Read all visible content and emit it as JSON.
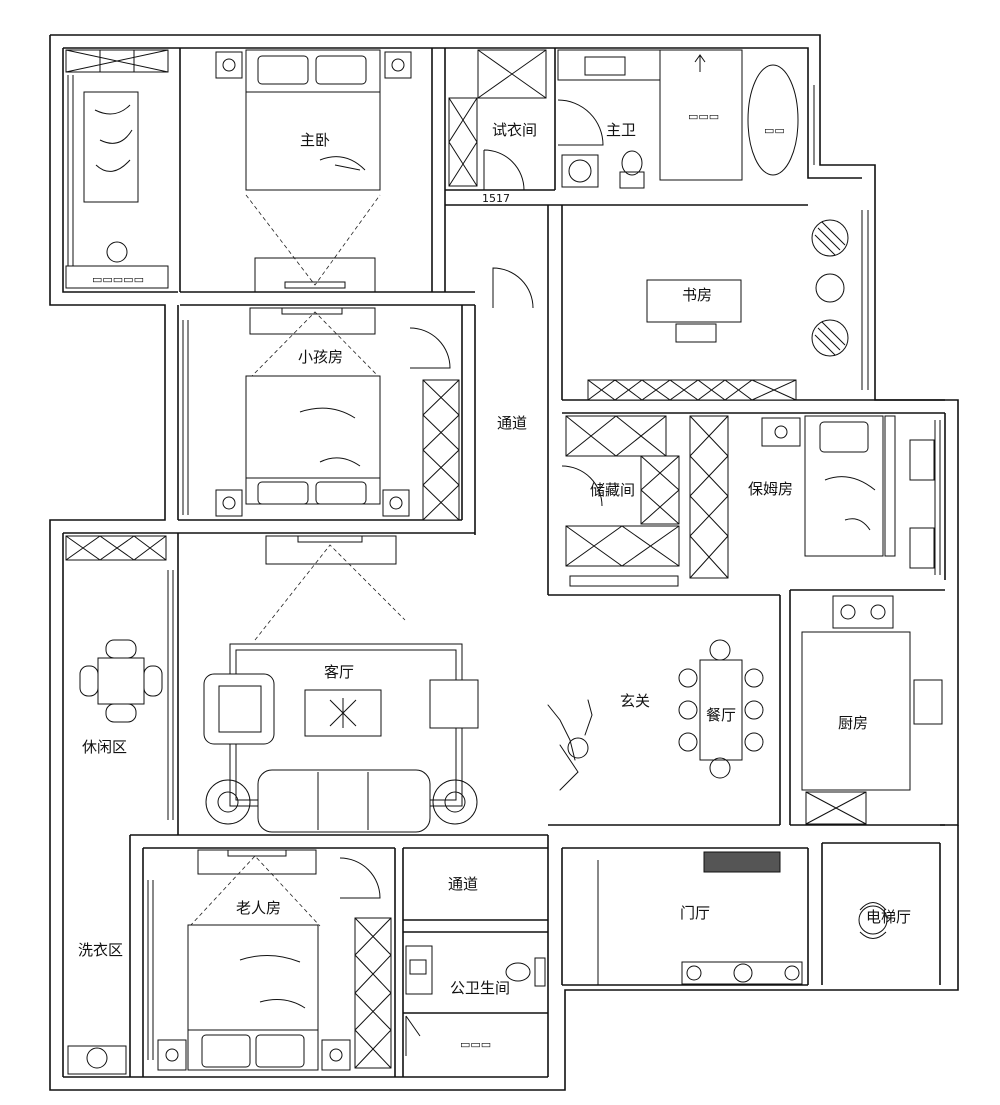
{
  "plan": {
    "rooms": {
      "master_bedroom": "主卧",
      "fitting_room": "试衣间",
      "master_bath": "主卫",
      "study": "书房",
      "child_room": "小孩房",
      "corridor_top": "通道",
      "storage": "储藏间",
      "nanny_room": "保姆房",
      "leisure_area": "休闲区",
      "living_room": "客厅",
      "foyer": "玄关",
      "dining": "餐厅",
      "kitchen": "厨房",
      "laundry_area": "洗衣区",
      "elderly_room": "老人房",
      "corridor_bottom": "通道",
      "public_bath": "公卫生间",
      "entrance_hall": "门厅",
      "elevator_hall": "电梯厅"
    },
    "dimension_text": "1517"
  }
}
